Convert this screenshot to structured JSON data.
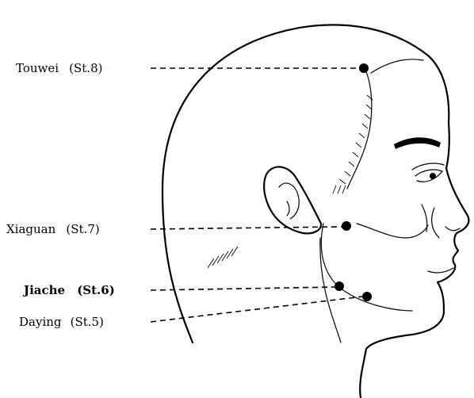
{
  "points": [
    {
      "id": "touwei",
      "name": "Touwei",
      "code": "(St.8)",
      "bold": false
    },
    {
      "id": "xiaguan",
      "name": "Xiaguan",
      "code": "(St.7)",
      "bold": false
    },
    {
      "id": "jiache",
      "name": "Jiache",
      "code": "(St.6)",
      "bold": true
    },
    {
      "id": "daying",
      "name": "Daying",
      "code": "(St.5)",
      "bold": false
    }
  ],
  "colors": {
    "line": "#000000",
    "background": "#ffffff"
  }
}
